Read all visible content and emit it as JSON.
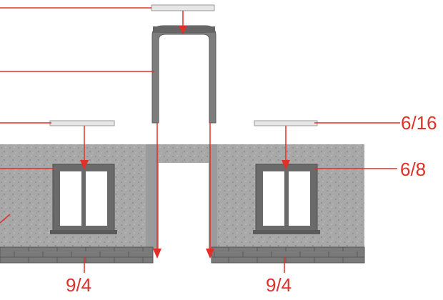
{
  "colors": {
    "callout": "#e0302a",
    "wall": "#a9a9a9",
    "wall_texture": "#8e8e8e",
    "frame": "#5e5e5e",
    "window_glass": "#ffffff",
    "sill_piece": "#e6e6e6",
    "base_course": "#6c6c6c"
  },
  "labels": {
    "sill_piece_right": "6/16",
    "window_right": "6/8",
    "base_left": "9/4",
    "base_right": "9/4"
  }
}
